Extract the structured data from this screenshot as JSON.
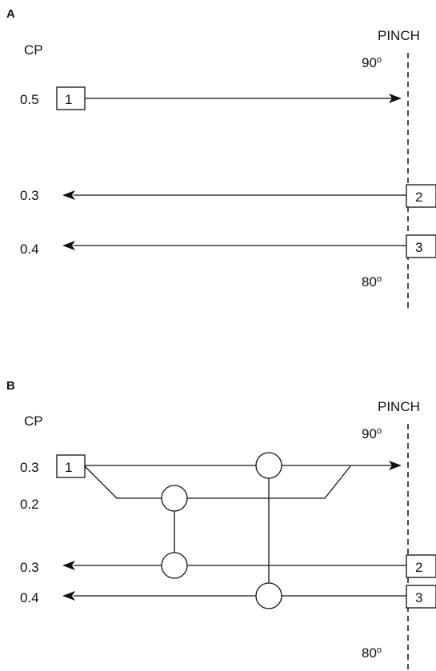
{
  "panel_a": {
    "label": "A",
    "cp_header": "CP",
    "pinch_label": "PINCH",
    "temp_top": "90",
    "temp_bottom": "80",
    "degree_mark": "o",
    "streams": [
      {
        "cp": "0.5",
        "id": "1",
        "direction": "hot-to-pinch"
      },
      {
        "cp": "0.3",
        "id": "2",
        "direction": "cold-away-from-pinch"
      },
      {
        "cp": "0.4",
        "id": "3",
        "direction": "cold-away-from-pinch"
      }
    ]
  },
  "panel_b": {
    "label": "B",
    "cp_header": "CP",
    "pinch_label": "PINCH",
    "temp_top": "90",
    "temp_bottom": "80",
    "degree_mark": "o",
    "streams": [
      {
        "cp": "0.3",
        "id": "1",
        "direction": "hot-to-pinch"
      },
      {
        "cp": "0.2",
        "id": "",
        "direction": "split-branch"
      },
      {
        "cp": "0.3",
        "id": "2",
        "direction": "cold-away-from-pinch"
      },
      {
        "cp": "0.4",
        "id": "3",
        "direction": "cold-away-from-pinch"
      }
    ]
  }
}
